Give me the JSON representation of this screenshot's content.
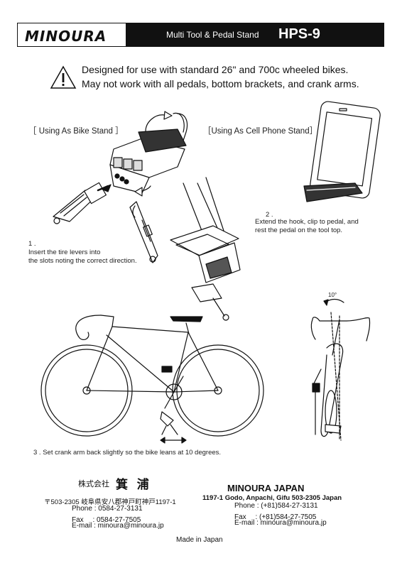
{
  "header": {
    "logo": "MINOURA",
    "subtitle": "Multi Tool & Pedal Stand",
    "model": "HPS-9"
  },
  "warning": {
    "line1": "Designed for use with standard 26\" and 700c wheeled bikes.",
    "line2": "May not work with all pedals, bottom brackets, and crank arms."
  },
  "sections": {
    "bike_stand": "［ Using As Bike Stand ］",
    "cell_stand": "［Using As Cell Phone Stand］"
  },
  "steps": {
    "step1_num": "1 .",
    "step1_line1": "Insert the tire levers into",
    "step1_line2": "the slots noting the correct direction.",
    "step2_num": "2 .",
    "step2_line1": "Extend the hook, clip to pedal, and",
    "step2_line2": "rest the pedal on the tool top.",
    "step3": "3 . Set crank arm back slightly so the bike leans at 10 degrees.",
    "angle": "10°"
  },
  "footer_jp": {
    "company_prefix": "株式会社",
    "company_name": "箕 浦",
    "address": "〒503-2305 岐阜県安八郡神戸町神戸1197-1",
    "phone": "Phone : 0584-27-3131",
    "fax": "Fax　 : 0584-27-7505",
    "email": "E-mail : minoura@minoura.jp"
  },
  "footer_en": {
    "name": "MINOURA JAPAN",
    "address": "1197-1 Godo, Anpachi, Gifu 503-2305 Japan",
    "phone": "Phone : (+81)584-27-3131",
    "fax": "Fax　 : (+81)584-27-7505",
    "email": "E-mail : minoura@minoura.jp"
  },
  "made_in": "Made in Japan"
}
